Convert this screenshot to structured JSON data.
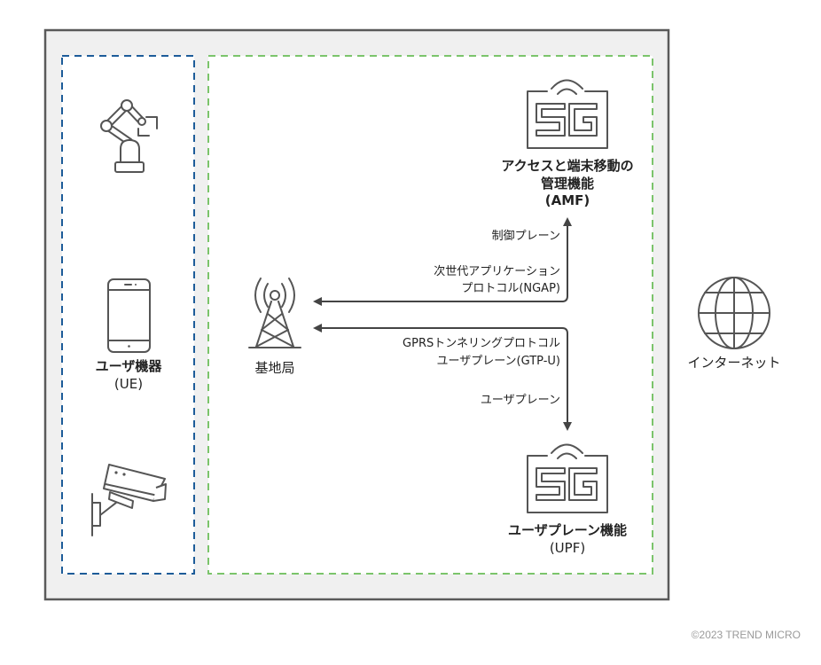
{
  "diagram": {
    "ue_group": {
      "label_line1": "ユーザ機器",
      "label_line2": "(UE)",
      "devices": [
        "robot-arm-icon",
        "smartphone-icon",
        "security-camera-icon"
      ]
    },
    "base_station": {
      "label": "基地局",
      "icon": "cell-tower-icon"
    },
    "amf": {
      "label_line1": "アクセスと端末移動の",
      "label_line2": "管理機能",
      "label_line3": "(AMF)",
      "icon": "5g-icon"
    },
    "upf": {
      "label_line1": "ユーザプレーン機能",
      "label_line2": "(UPF)",
      "icon": "5g-icon"
    },
    "internet": {
      "label": "インターネット",
      "icon": "globe-icon"
    },
    "connections": [
      {
        "from": "基地局",
        "to": "AMF",
        "direction": "bidirectional",
        "plane": "制御プレーン",
        "protocol_line1": "次世代アプリケーション",
        "protocol_line2": "プロトコル(NGAP)"
      },
      {
        "from": "基地局",
        "to": "UPF",
        "direction": "bidirectional",
        "plane": "ユーザプレーン",
        "protocol_line1": "GPRSトンネリングプロトコル",
        "protocol_line2": "ユーザプレーン(GTP-U)"
      }
    ]
  },
  "colors": {
    "outer_frame_border": "#5a5a5a",
    "outer_frame_fill": "#f0f0f0",
    "ue_group_border": "#1d5c99",
    "network_group_border": "#7bc46b",
    "icon_stroke": "#555555",
    "arrow": "#444444",
    "text": "#222222",
    "copyright": "#9a9a9a"
  },
  "footer": {
    "copyright": "©2023 TREND MICRO"
  }
}
